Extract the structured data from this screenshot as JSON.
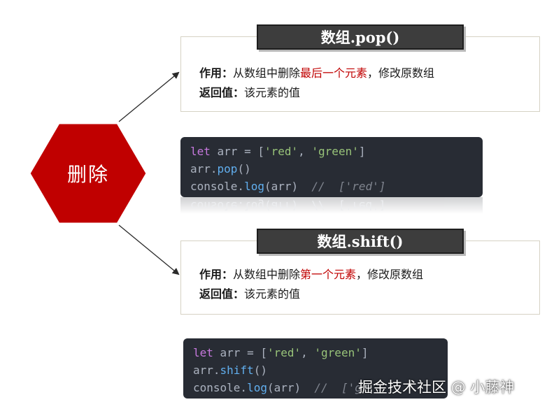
{
  "colors": {
    "hexagon_fill": "#c00000",
    "hexagon_border": "#ffffff",
    "title_tab_bg": "#3d3d3d",
    "highlight_text": "#c00000",
    "code_bg": "#282c34"
  },
  "center_node": {
    "label": "删除"
  },
  "pop_box": {
    "title": "数组.pop()",
    "purpose_key": "作用：",
    "purpose_pre": "从数组中删除",
    "purpose_highlight": "最后一个元素",
    "purpose_post": "，修改原数组",
    "return_key": "返回值：",
    "return_value": "该元素的值"
  },
  "pop_code": {
    "line1": {
      "kw": "let",
      "var": " arr = [",
      "s1": "'red'",
      "sep": ", ",
      "s2": "'green'",
      "end": "]"
    },
    "line2": {
      "obj": "arr.",
      "fn": "pop",
      "end": "()"
    },
    "line3": {
      "obj": "console.",
      "fn": "log",
      "args": "(arr)",
      "comment": "  //  ['red']"
    },
    "reflection": "console.log(arr)  //  ['red']"
  },
  "shift_box": {
    "title": "数组.shift()",
    "purpose_key": "作用：",
    "purpose_pre": "从数组中删除",
    "purpose_highlight": "第一个元素",
    "purpose_post": "，修改原数组",
    "return_key": "返回值：",
    "return_value": "该元素的值"
  },
  "shift_code": {
    "line1": {
      "kw": "let",
      "var": " arr = [",
      "s1": "'red'",
      "sep": ", ",
      "s2": "'green'",
      "end": "]"
    },
    "line2": {
      "obj": "arr.",
      "fn": "shift",
      "end": "()"
    },
    "line3": {
      "obj": "console.",
      "fn": "log",
      "args": "(arr)",
      "comment": "  //  ['gr"
    }
  },
  "watermark": "掘金技术社区 @ 小藤神"
}
